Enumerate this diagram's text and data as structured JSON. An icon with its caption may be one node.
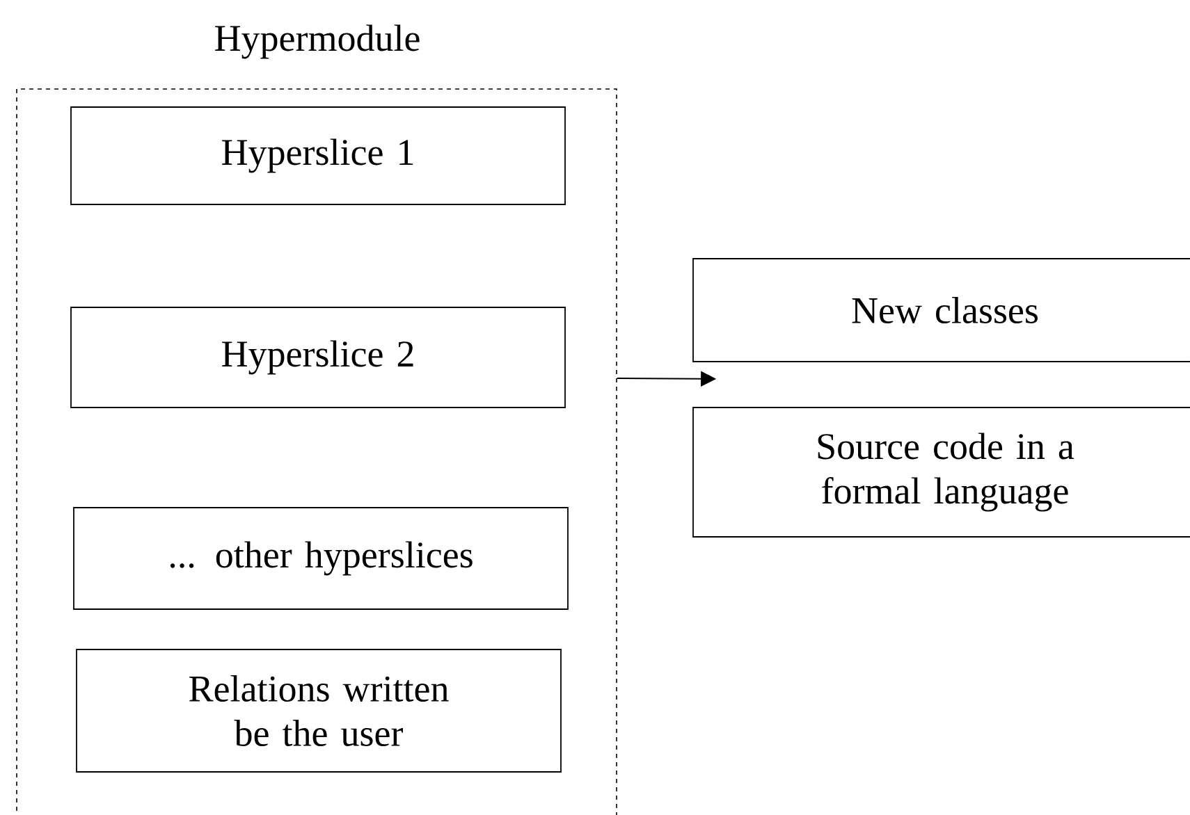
{
  "diagram": {
    "nodes": [
      {
        "text": [
          "Hypermodule"
        ]
      },
      {
        "text": [
          "Hyperslice 1"
        ],
        "in": 0
      },
      {
        "text": [
          "Hyperslice 2"
        ],
        "in": 0
      },
      {
        "text": [
          "... other hyperslices"
        ],
        "in": 0
      },
      {
        "text": [
          "Relations written be the user"
        ],
        "in": 0
      },
      {
        "text": [
          "New classes"
        ]
      },
      {
        "text": [
          "Source code in a formal language"
        ]
      }
    ],
    "edges": [
      {
        "from": 0,
        "to": 5,
        "arrow": "to"
      }
    ]
  }
}
